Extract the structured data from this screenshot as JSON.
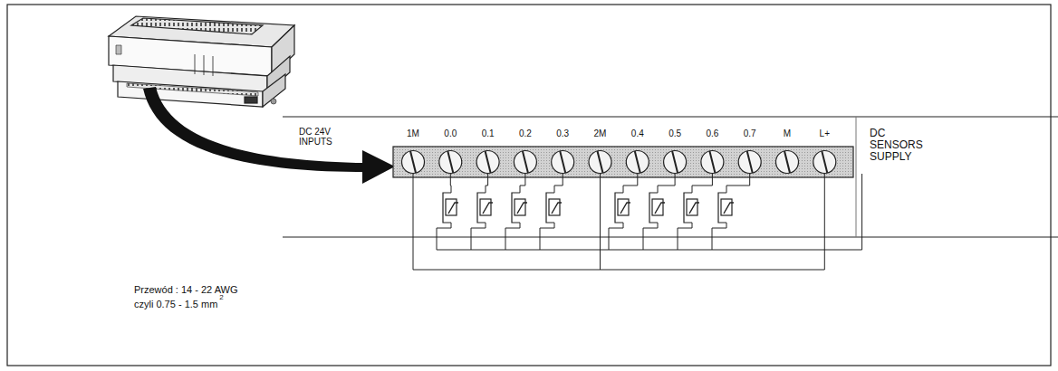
{
  "diagram": {
    "labels": [
      "DC 24V INPUTS",
      "1M",
      "0.0",
      "0.1",
      "0.2",
      "0.3",
      "2M",
      "0.4",
      "0.5",
      "0.6",
      "0.7",
      "M",
      "L+",
      "DC SENSORS SUPPLY",
      "Przewód : 14 - 22 AWG",
      "czyli 0.75 - 1.5 mm",
      "2"
    ]
  }
}
